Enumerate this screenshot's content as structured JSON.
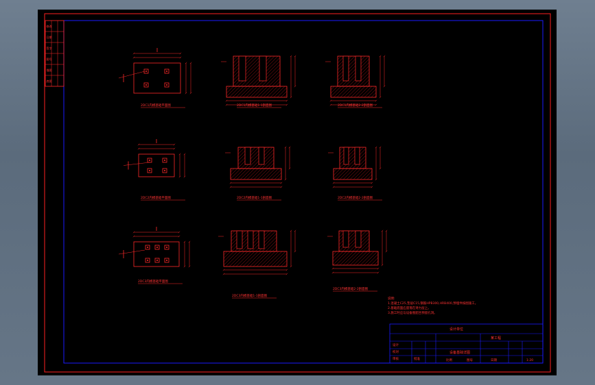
{
  "colors": {
    "background": "#000000",
    "frame_outer": "#ff2020",
    "frame_inner": "#1a1aff",
    "lines": "#ff2a2a",
    "hatch": "#cc1a1a",
    "text": "#ff3333",
    "workspace": "#667687"
  },
  "plans": [
    {
      "caption": "2DC1内模基础平面图"
    },
    {
      "caption": "2DC2内模基础平面图"
    },
    {
      "caption": "2DC3内模基础平面图"
    }
  ],
  "sections": [
    {
      "caption": "2DC1内模基础1-1剖面图"
    },
    {
      "caption": "2DC1内模基础2-2剖面图"
    },
    {
      "caption": "2DC2内模基础1-1剖面图"
    },
    {
      "caption": "2DC2内模基础2-2剖面图"
    },
    {
      "caption": "2DC3内模基础1-1剖面图"
    },
    {
      "caption": "2DC3内模基础2-2剖面图"
    }
  ],
  "notes": {
    "title": "说明:",
    "lines": [
      "1.混凝土C25,垫层C15,钢筋HPB300,HRB400,预埋件按图施工。",
      "2.基础底面应座落在持力层上。",
      "3.施工时应与设备图配合预留孔洞。"
    ]
  },
  "title_block": {
    "company": "设计单位",
    "project": "某工程",
    "drawing_title": "设备基础详图",
    "rows": [
      "设计",
      "校对",
      "审核",
      "批准"
    ],
    "footer": [
      "比例",
      "图号",
      "日期"
    ],
    "scale": "1:20"
  },
  "revision_strip": {
    "cells": [
      "修改",
      "日期",
      "签字",
      "图号",
      "描图",
      "底图"
    ]
  }
}
